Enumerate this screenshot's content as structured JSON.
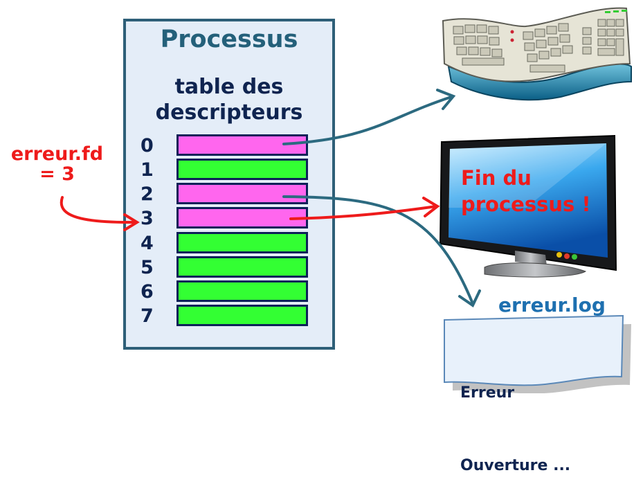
{
  "process": {
    "title": "Processus",
    "table_title_line1": "table des",
    "table_title_line2": "descripteurs"
  },
  "descriptor_table": {
    "rows": [
      {
        "fd": "0",
        "state": "open"
      },
      {
        "fd": "1",
        "state": "free"
      },
      {
        "fd": "2",
        "state": "open"
      },
      {
        "fd": "3",
        "state": "open"
      },
      {
        "fd": "4",
        "state": "free"
      },
      {
        "fd": "5",
        "state": "free"
      },
      {
        "fd": "6",
        "state": "free"
      },
      {
        "fd": "7",
        "state": "free"
      }
    ],
    "colors": {
      "open": "#ff66ee",
      "free": "#33ff33"
    }
  },
  "fd_pointer": {
    "line1": "erreur.fd",
    "line2": "= 3"
  },
  "screen": {
    "message_line1": "Fin du",
    "message_line2": "processus !"
  },
  "log_file": {
    "name": "erreur.log",
    "content_line1": "Erreur",
    "content_line2": "Ouverture ..."
  },
  "icons": [
    "keyboard-icon",
    "monitor-icon",
    "document-icon"
  ],
  "colors": {
    "arrow_teal": "#2c6a80",
    "arrow_red": "#ee1b1b",
    "text_red": "#ee1b1b"
  }
}
